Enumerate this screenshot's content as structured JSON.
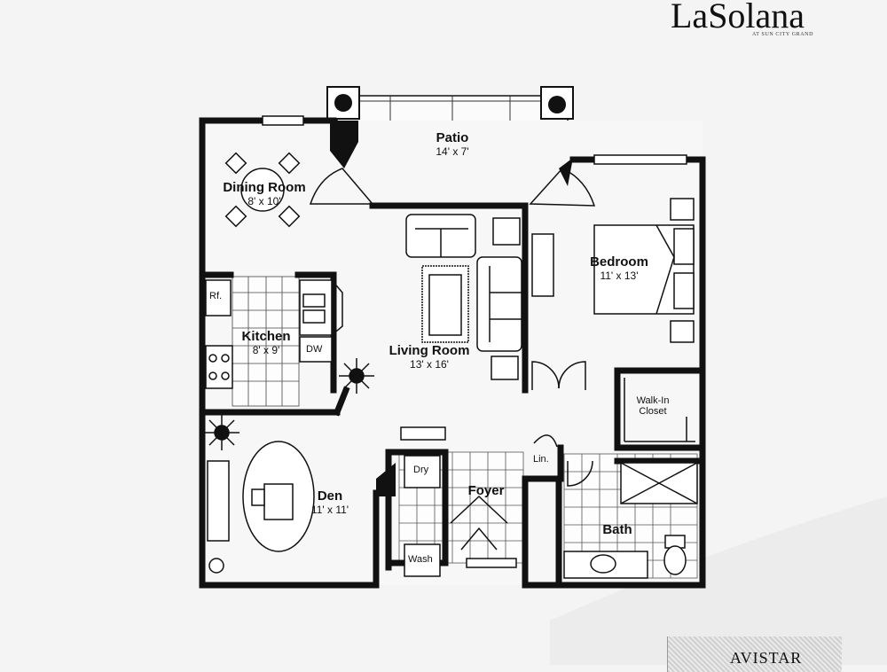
{
  "brand": {
    "name": "LaSolana",
    "tagline": "AT SUN CITY GRAND"
  },
  "plan_name": "AVISTAR",
  "rooms": {
    "patio": {
      "name": "Patio",
      "dims": "14' x 7'"
    },
    "dining": {
      "name": "Dining Room",
      "dims": "8' x 10'"
    },
    "kitchen": {
      "name": "Kitchen",
      "dims": "8' x 9'"
    },
    "living": {
      "name": "Living Room",
      "dims": "13' x 16'"
    },
    "bedroom": {
      "name": "Bedroom",
      "dims": "11' x 13'"
    },
    "den": {
      "name": "Den",
      "dims": "11' x 11'"
    },
    "foyer": {
      "name": "Foyer"
    },
    "bath": {
      "name": "Bath"
    },
    "closet": {
      "name_line1": "Walk-In",
      "name_line2": "Closet"
    }
  },
  "fixtures": {
    "refrigerator": "Rf.",
    "dishwasher": "DW",
    "dryer": "Dry",
    "washer": "Wash",
    "linen": "Lin."
  },
  "colors": {
    "wall": "#111111",
    "background": "#f4f4f4"
  }
}
